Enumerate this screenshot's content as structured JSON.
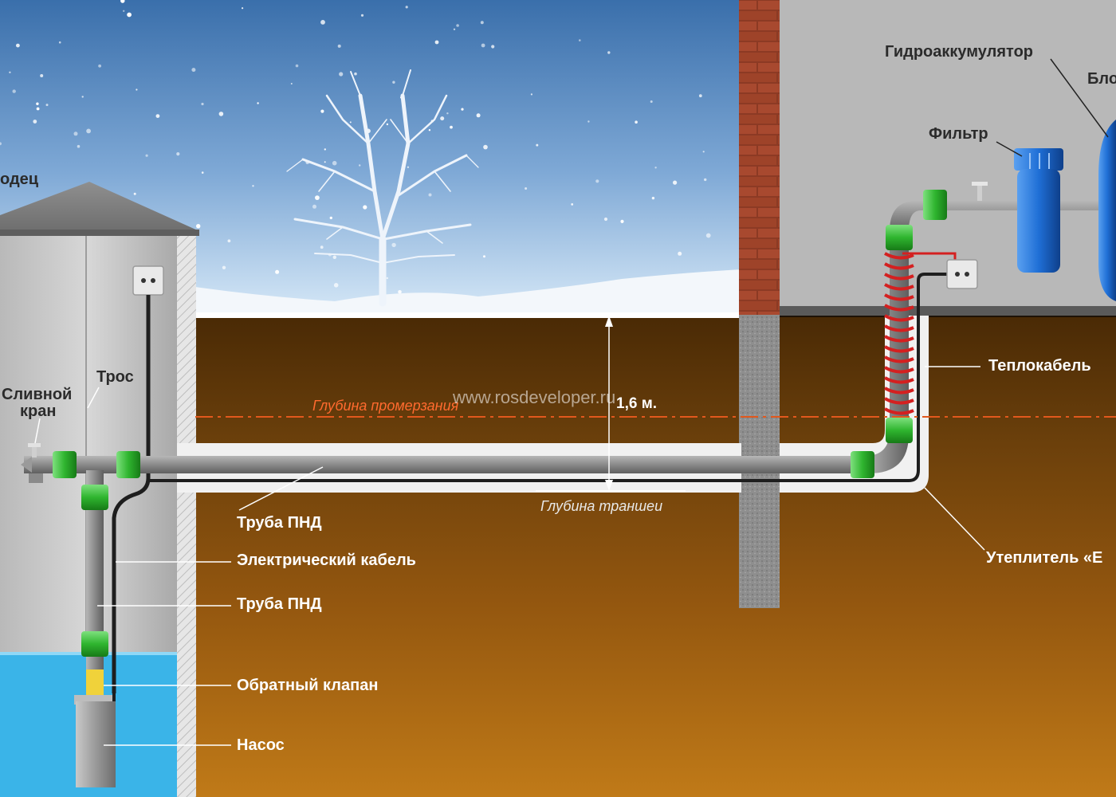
{
  "labels": {
    "well": "одец",
    "drain_valve_line1": "Сливной",
    "drain_valve_line2": "кран",
    "rope": "Трос",
    "accumulator": "Гидроаккумулятор",
    "block_cut": "Бло",
    "filter": "Фильтр",
    "heating_cable": "Теплокабель",
    "insulation": "Утеплитель «Е",
    "pipe_hdpe_horizontal": "Труба ПНД",
    "electric_cable": "Электрический кабель",
    "pipe_hdpe_vertical": "Труба ПНД",
    "check_valve": "Обратный клапан",
    "pump": "Насос",
    "freeze_depth": "Глубина промерзания",
    "trench_depth": "Глубина траншеи",
    "depth_value": "1,6 м.",
    "watermark": "www.rosdeveloper.ru"
  },
  "colors": {
    "sky_top": "#3f74b0",
    "sky_bottom": "#cfe4f6",
    "soil_top": "#5a3608",
    "soil_bottom": "#b86e12",
    "water": "#3ab4e8",
    "fitting_green": "#2fb52f",
    "pipe_grey": "#8d8d8d",
    "heat_cable_red": "#d42020",
    "tank_blue": "#1f6fd6",
    "brick": "#a1472f",
    "freeze_line": "#e2581d"
  }
}
